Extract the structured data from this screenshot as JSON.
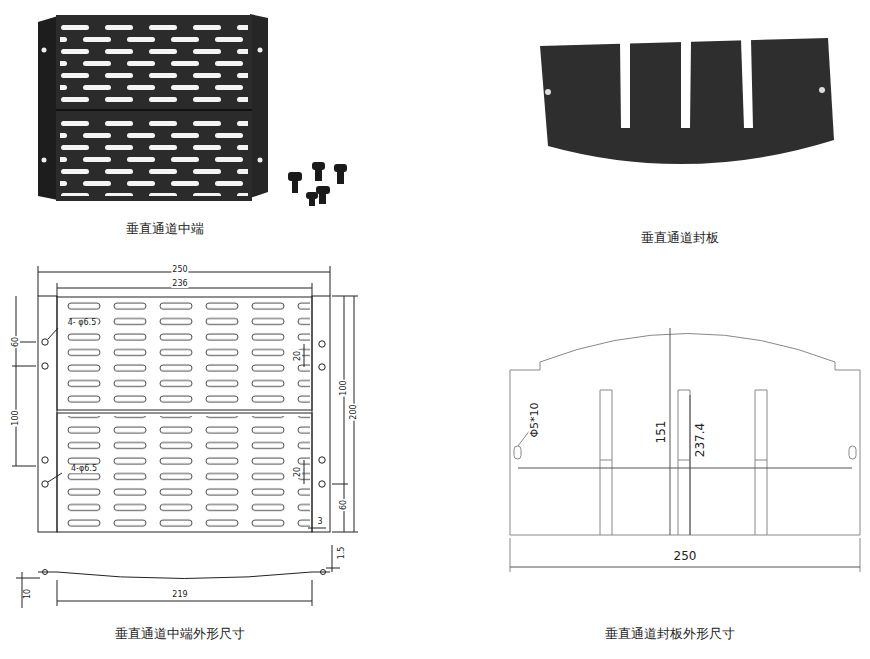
{
  "diagram": {
    "labels": [
      "垂直通道中端",
      "垂直通道封板",
      "250",
      "236",
      "4- φ6.5",
      "60",
      "100",
      "20",
      "100",
      "200",
      "20",
      "4-φ6.5",
      "60",
      "3",
      "1.5",
      "10",
      "219",
      "垂直通道中端外形尺寸",
      "Φ5*10",
      "151",
      "237.4",
      "250",
      "垂直通道封板外形尺寸"
    ]
  }
}
